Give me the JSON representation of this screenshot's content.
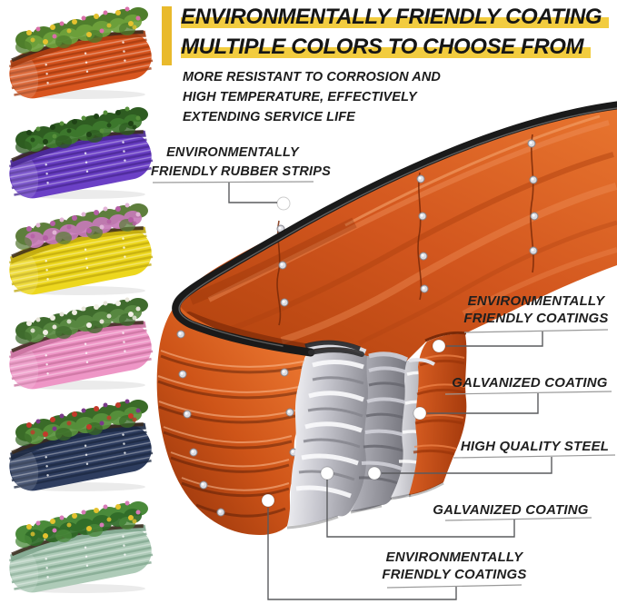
{
  "header": {
    "accent_bar_color": "#E9BA2C",
    "highlight_color": "#F2CC3F",
    "title_line1": "ENVIRONMENTALLY FRIENDLY COATING",
    "title_line2": "MULTIPLE COLORS TO CHOOSE FROM",
    "subtitle_lines": [
      "MORE RESISTANT TO CORROSION AND",
      "HIGH TEMPERATURE, EFFECTIVELY",
      "EXTENDING SERVICE LIFE"
    ]
  },
  "callouts": {
    "rubber_strips": {
      "line1": "ENVIRONMENTALLY",
      "line2": "FRIENDLY RUBBER STRIPS"
    },
    "coatings_top": {
      "line1": "ENVIRONMENTALLY",
      "line2": "FRIENDLY COATINGS"
    },
    "galvanized_top": {
      "label": "GALVANIZED COATING"
    },
    "steel": {
      "label": "HIGH QUALITY STEEL"
    },
    "galvanized_bottom": {
      "label": "GALVANIZED COATING"
    },
    "coatings_bottom": {
      "line1": "ENVIRONMENTALLY",
      "line2": "FRIENDLY COATINGS"
    }
  },
  "product": {
    "body_color": "#D8551F",
    "rubber_strip_color": "#1A1A1A",
    "galvanized_color": "#C9C9CF",
    "steel_color": "#9FA0A6",
    "rivet_color": "#E8E8EC"
  },
  "sidebar": {
    "beds": [
      {
        "id": "orange",
        "bed_color": "#D8551F",
        "bed_shadow": "#A33B10",
        "plant_colors": [
          "#4F7E2C",
          "#6FA23C",
          "#E4C22E",
          "#D96FA8"
        ]
      },
      {
        "id": "purple",
        "bed_color": "#6B40C6",
        "bed_shadow": "#482791",
        "plant_colors": [
          "#2E5C21",
          "#3E7A2E",
          "#1F4316",
          "#568F3A"
        ]
      },
      {
        "id": "yellow",
        "bed_color": "#EDD71E",
        "bed_shadow": "#C0A90E",
        "plant_colors": [
          "#5E7E3C",
          "#C77AB8",
          "#B55FA5",
          "#E2B4D6"
        ]
      },
      {
        "id": "pink",
        "bed_color": "#EE96C6",
        "bed_shadow": "#C9719F",
        "plant_colors": [
          "#3F6B2D",
          "#5A8A42",
          "#F2F0E6",
          "#E6E4D8"
        ]
      },
      {
        "id": "navy",
        "bed_color": "#2E3D5F",
        "bed_shadow": "#1C2840",
        "plant_colors": [
          "#3A6B28",
          "#58923C",
          "#C23A2A",
          "#7A3A8A"
        ]
      },
      {
        "id": "sage-green",
        "bed_color": "#AECBB8",
        "bed_shadow": "#7FA68E",
        "plant_colors": [
          "#4A8A3A",
          "#2F6B28",
          "#E4C22E",
          "#D77AB8"
        ]
      }
    ]
  }
}
